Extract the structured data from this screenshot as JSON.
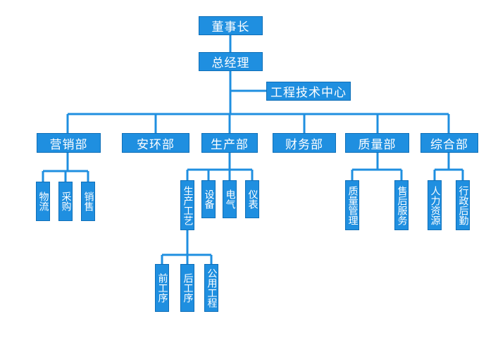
{
  "colors": {
    "box": "#1f8fe0",
    "line": "#1f8fe0",
    "text": "#ffffff"
  },
  "org": {
    "chairman": "董事长",
    "gm": "总经理",
    "tech_center": "工程技术中心",
    "departments": {
      "marketing": "营销部",
      "safety_env": "安环部",
      "production": "生产部",
      "finance": "财务部",
      "quality": "质量部",
      "general": "综合部"
    },
    "marketing_units": [
      "物流",
      "采购",
      "销售"
    ],
    "production_units": [
      "生产工艺",
      "设备",
      "电气",
      "仪表"
    ],
    "process_units": [
      "前工序",
      "后工序",
      "公用工程"
    ],
    "quality_units": [
      "质量管理",
      "售后服务"
    ],
    "general_units": [
      "人力资源",
      "行政后勤"
    ]
  }
}
